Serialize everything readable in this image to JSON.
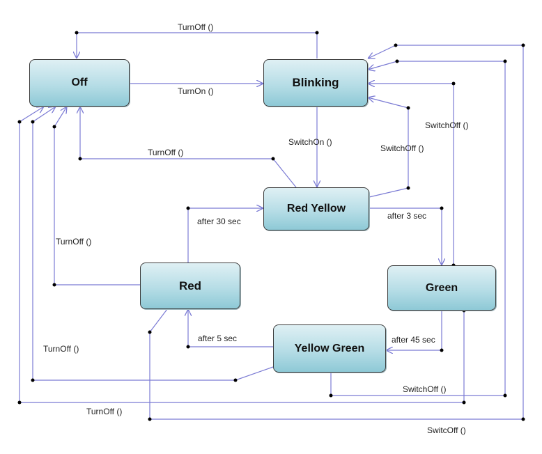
{
  "states": {
    "off": "Off",
    "blinking": "Blinking",
    "red_yellow": "Red Yellow",
    "red": "Red",
    "green": "Green",
    "yellow_green": "Yellow Green"
  },
  "transitions": {
    "turnoff_top": "TurnOff ()",
    "turnon": "TurnOn ()",
    "switchon": "SwitchOn ()",
    "turnoff_mid": "TurnOff ()",
    "switchoff_redyellow": "SwitchOff ()",
    "switchoff_green": "SwitchOff ()",
    "after_30": "after 30 sec",
    "after_3": "after 3 sec",
    "turnoff_red": "TurnOff ()",
    "after_5": "after 5 sec",
    "after_45": "after 45 sec",
    "turnoff_yellowgreen": "TurnOff ()",
    "switchoff_yellowgreen": "SwitchOff ()",
    "turnoff_green": "TurnOff ()",
    "switchoff_red": "SwitcOff ()"
  }
}
